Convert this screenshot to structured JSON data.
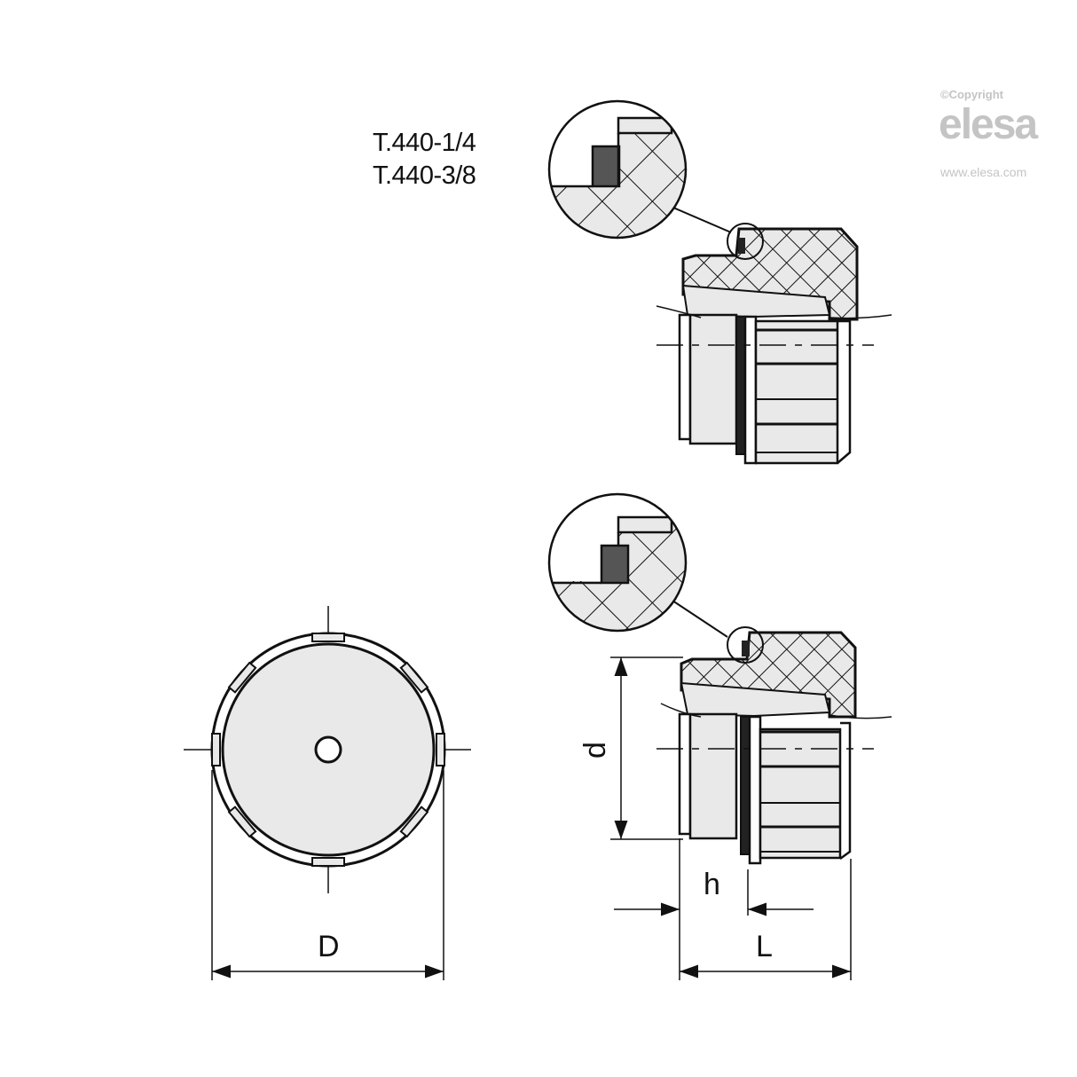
{
  "drawing": {
    "models": [
      "T.440-1/4",
      "T.440-3/8"
    ],
    "dimension_labels": {
      "D": "D",
      "d": "d",
      "h": "h",
      "L": "L"
    },
    "views": [
      "front-view-circle",
      "section-view-top",
      "section-view-bottom",
      "detail-callout-top",
      "detail-callout-bottom"
    ]
  },
  "watermark": {
    "copyright": "©Copyright",
    "brand": "elesa",
    "url": "www.elesa.com"
  },
  "colors": {
    "line": "#111111",
    "fill_light": "#e9e9e9",
    "seal": "#555555",
    "watermark": "#c4c4c4"
  }
}
